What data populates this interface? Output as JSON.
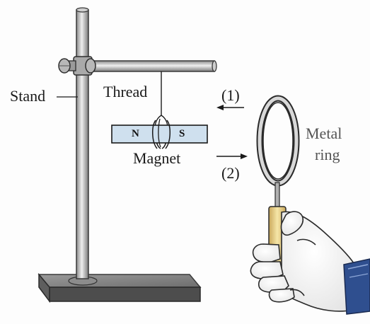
{
  "labels": {
    "stand": "Stand",
    "thread": "Thread",
    "magnet": "Magnet",
    "north_pole": "N",
    "south_pole": "S",
    "arrow_1": "(1)",
    "arrow_2": "(2)",
    "ring_line1": "Metal",
    "ring_line2": "ring"
  },
  "colors": {
    "metal_grey": "#b9b9b9",
    "magnet_fill": "#cfe0ee",
    "handle_tan": "#f0dc9a",
    "cuff_blue": "#2f4f8f",
    "ink": "#1a1a1a"
  }
}
